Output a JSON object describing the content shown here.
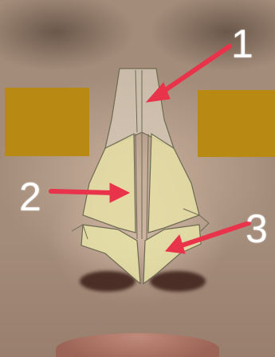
{
  "callouts": {
    "upper": "1",
    "middle": "2",
    "lower": "3"
  },
  "colors": {
    "arrow": "#e8334a",
    "censor_bar": "#b88a14",
    "cartilage_fill": "#e8e3a8",
    "bone_fill": "#d7cbb9",
    "outline": "#6d6a52"
  },
  "icons": [
    "arrow-icon"
  ]
}
